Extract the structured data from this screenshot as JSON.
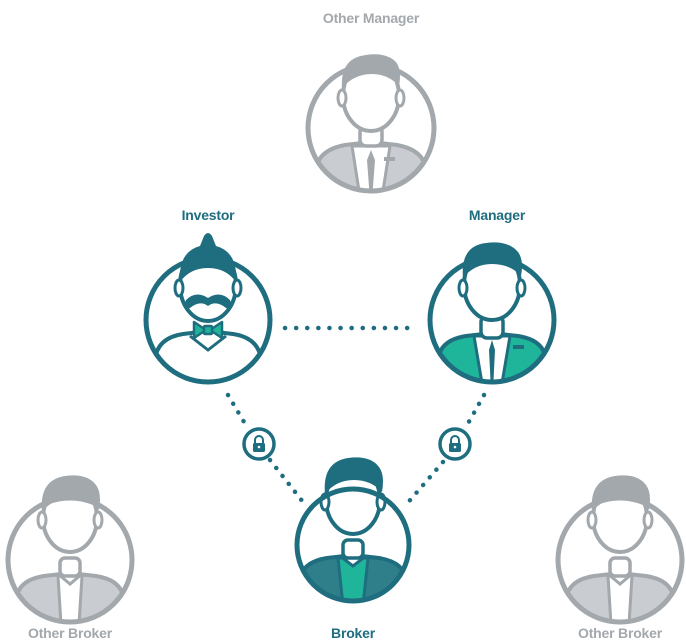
{
  "nodes": {
    "other_manager": {
      "label": "Other Manager",
      "role": "inactive"
    },
    "investor": {
      "label": "Investor",
      "role": "active"
    },
    "manager": {
      "label": "Manager",
      "role": "active"
    },
    "broker": {
      "label": "Broker",
      "role": "active"
    },
    "other_broker_left": {
      "label": "Other Broker",
      "role": "inactive"
    },
    "other_broker_right": {
      "label": "Other Broker",
      "role": "inactive"
    }
  },
  "connections": [
    {
      "from": "investor",
      "to": "manager",
      "style": "dotted",
      "locked": false
    },
    {
      "from": "investor",
      "to": "broker",
      "style": "dotted",
      "locked": true,
      "icon": "lock-icon"
    },
    {
      "from": "manager",
      "to": "broker",
      "style": "dotted",
      "locked": true,
      "icon": "lock-icon"
    }
  ],
  "colors": {
    "primary": "#1f6e80",
    "accent": "#1fb59a",
    "muted": "#a3a8ad",
    "muted_fill": "#c9ccd0"
  }
}
